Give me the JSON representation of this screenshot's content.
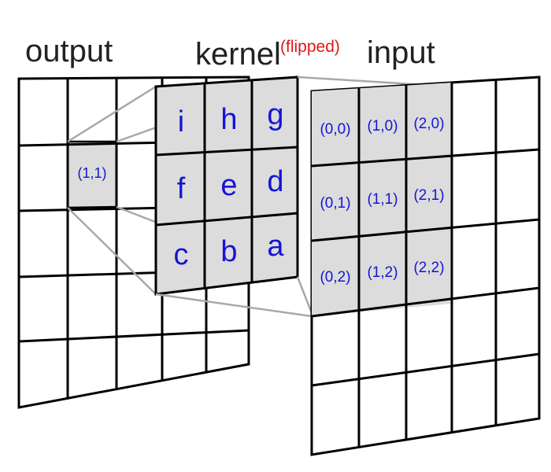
{
  "labels": {
    "output": "output",
    "kernel": "kernel",
    "kernel_note": "(flipped)",
    "input": "input"
  },
  "kernel": {
    "rows": [
      [
        "i",
        "h",
        "g"
      ],
      [
        "f",
        "e",
        "d"
      ],
      [
        "c",
        "b",
        "a"
      ]
    ]
  },
  "input": {
    "highlighted": [
      [
        "(0,0)",
        "(1,0)",
        "(2,0)"
      ],
      [
        "(0,1)",
        "(1,1)",
        "(2,1)"
      ],
      [
        "(0,2)",
        "(1,2)",
        "(2,2)"
      ]
    ]
  },
  "output": {
    "highlighted_cell": "(1,1)"
  },
  "colors": {
    "grid_line": "#000000",
    "highlight_fill": "#dcdcdc",
    "cell_text": "#1515d6",
    "note_text": "#e01818",
    "connector": "#a8a8a8"
  }
}
